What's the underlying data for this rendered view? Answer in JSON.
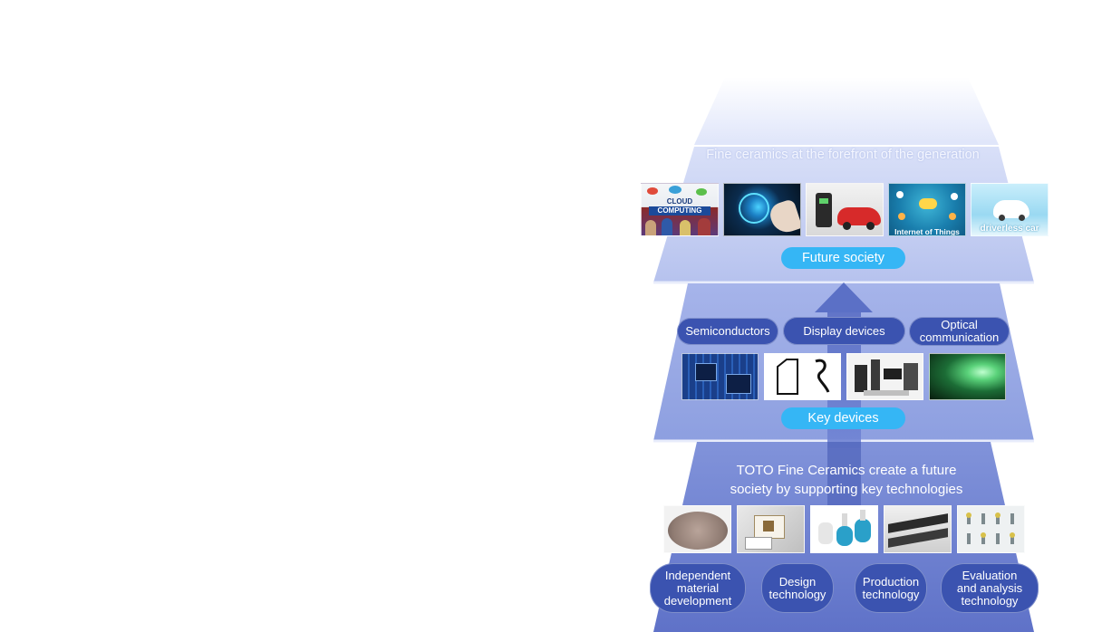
{
  "top_tier": {
    "caption": "Fine ceramics at the forefront of the generation",
    "label": "Future society",
    "images": [
      {
        "icon": "cloud-computing-image",
        "overlay_lines": [
          "CLOUD",
          "COMPUTING"
        ]
      },
      {
        "icon": "car-dashboard-touch-image"
      },
      {
        "icon": "electric-car-charging-image"
      },
      {
        "icon": "internet-of-things-image",
        "overlay": "Internet of Things"
      },
      {
        "icon": "driverless-car-image",
        "overlay": "driverless car"
      }
    ]
  },
  "middle_tier": {
    "label": "Key devices",
    "categories": [
      {
        "lines": [
          "Semiconductors"
        ]
      },
      {
        "lines": [
          "Display devices"
        ]
      },
      {
        "lines": [
          "Optical",
          "communication"
        ]
      }
    ],
    "images": [
      {
        "icon": "circuit-board-image"
      },
      {
        "icon": "display-components-image"
      },
      {
        "icon": "ceramic-components-image"
      },
      {
        "icon": "optical-fiber-image"
      }
    ]
  },
  "bottom_tier": {
    "caption_lines": [
      "TOTO Fine Ceramics create a future",
      "society by supporting key technologies"
    ],
    "images": [
      {
        "icon": "ceramic-wafer-chuck-image"
      },
      {
        "icon": "ceramic-substrate-image"
      },
      {
        "icon": "ceramic-nozzles-image"
      },
      {
        "icon": "ceramic-beams-image"
      },
      {
        "icon": "ceramic-pins-image"
      }
    ],
    "technologies": [
      {
        "lines": [
          "Independent",
          "material",
          "development"
        ]
      },
      {
        "lines": [
          "Design",
          "technology"
        ]
      },
      {
        "lines": [
          "Production",
          "technology"
        ]
      },
      {
        "lines": [
          "Evaluation",
          "and analysis",
          "technology"
        ]
      }
    ]
  },
  "colors": {
    "tier_top": "#c3cdf0",
    "tier_middle": "#98a8e4",
    "tier_bottom": "#6d7fd0",
    "label_pill": "#35b6f5",
    "category_pill": "#3b53b0",
    "arrow": "#4e63bd"
  }
}
